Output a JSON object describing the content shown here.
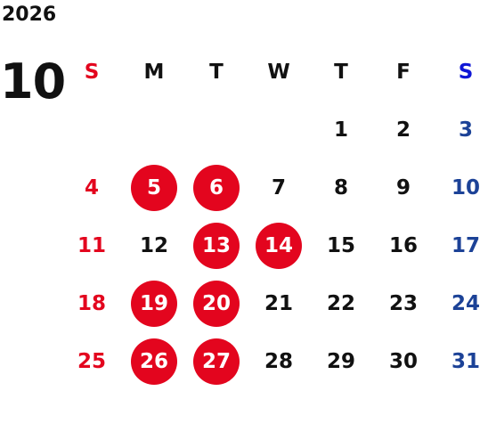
{
  "year": "2026",
  "month": "10",
  "weekdays": [
    "S",
    "M",
    "T",
    "W",
    "T",
    "F",
    "S"
  ],
  "colors": {
    "sunday": "#e3051e",
    "saturday": "#1c4297",
    "saturday_header": "#1017d6",
    "highlight": "#e3051e",
    "text": "#111111"
  },
  "weeks": [
    [
      {
        "d": ""
      },
      {
        "d": ""
      },
      {
        "d": ""
      },
      {
        "d": ""
      },
      {
        "d": "1"
      },
      {
        "d": "2"
      },
      {
        "d": "3"
      }
    ],
    [
      {
        "d": "4"
      },
      {
        "d": "5",
        "hl": true
      },
      {
        "d": "6",
        "hl": true
      },
      {
        "d": "7"
      },
      {
        "d": "8"
      },
      {
        "d": "9"
      },
      {
        "d": "10"
      }
    ],
    [
      {
        "d": "11"
      },
      {
        "d": "12"
      },
      {
        "d": "13",
        "hl": true
      },
      {
        "d": "14",
        "hl": true
      },
      {
        "d": "15"
      },
      {
        "d": "16"
      },
      {
        "d": "17"
      }
    ],
    [
      {
        "d": "18"
      },
      {
        "d": "19",
        "hl": true
      },
      {
        "d": "20",
        "hl": true
      },
      {
        "d": "21"
      },
      {
        "d": "22"
      },
      {
        "d": "23"
      },
      {
        "d": "24"
      }
    ],
    [
      {
        "d": "25"
      },
      {
        "d": "26",
        "hl": true
      },
      {
        "d": "27",
        "hl": true
      },
      {
        "d": "28"
      },
      {
        "d": "29"
      },
      {
        "d": "30"
      },
      {
        "d": "31"
      }
    ]
  ]
}
